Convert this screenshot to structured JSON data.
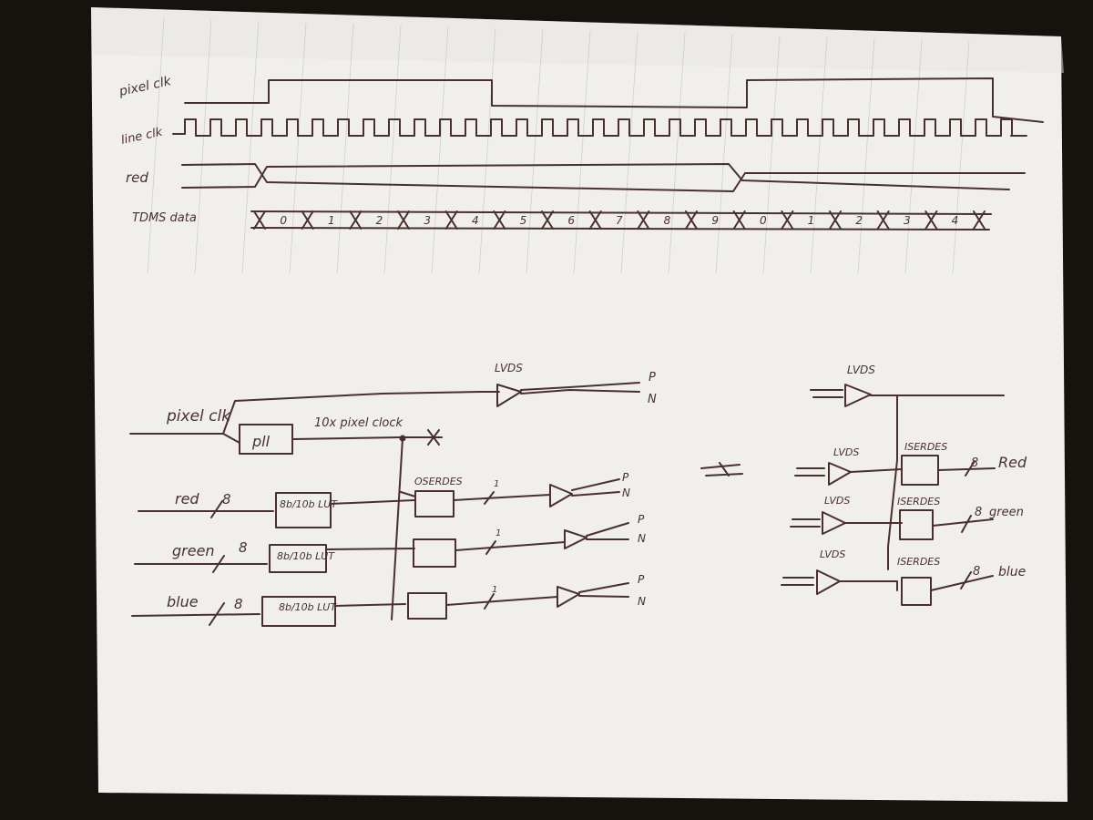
{
  "timing": {
    "signals": {
      "pixel_clk": "pixel clk",
      "line_clk": "line clk",
      "red": "red",
      "tmds": "TDMS data"
    },
    "tmds_bits": [
      "0",
      "1",
      "2",
      "3",
      "4",
      "5",
      "6",
      "7",
      "8",
      "9",
      "0",
      "1",
      "2",
      "3",
      "4"
    ]
  },
  "tx": {
    "lvds_top": "LVDS",
    "p": "P",
    "n": "N",
    "pixel_clk": "pixel clk",
    "pll": "pll",
    "ten_x_clock": "10x pixel clock",
    "oserdes": "OSERDES",
    "channels": [
      {
        "input": "red",
        "width": "8",
        "lut": "8b/10b LUT",
        "serial_width": "1"
      },
      {
        "input": "green",
        "width": "8",
        "lut": "8b/10b LUT",
        "serial_width": "1"
      },
      {
        "input": "blue",
        "width": "8",
        "lut": "8b/10b LUT",
        "serial_width": "1"
      }
    ]
  },
  "rx": {
    "lvds": "LVDS",
    "iserdes": "ISERDES",
    "outputs": [
      {
        "width": "8",
        "name": "Red"
      },
      {
        "width": "8",
        "name": "green"
      },
      {
        "width": "8",
        "name": "blue"
      }
    ]
  }
}
